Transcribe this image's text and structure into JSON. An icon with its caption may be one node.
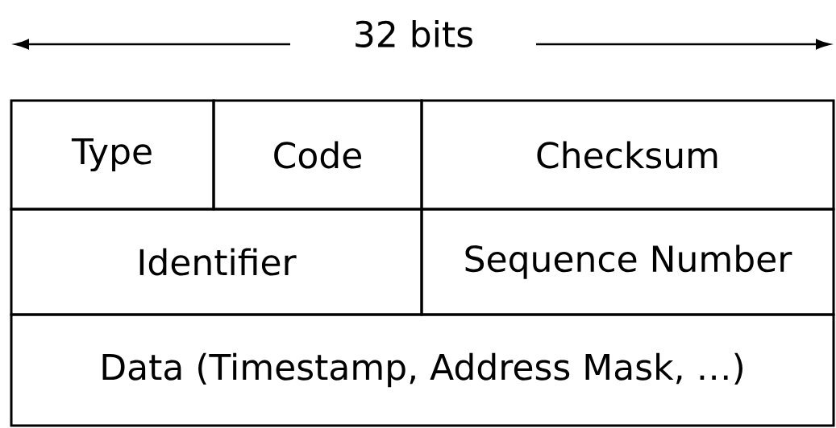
{
  "diagram": {
    "nodes": [
      {
        "text": [
          "Type"
        ]
      },
      {
        "text": [
          "Code"
        ]
      },
      {
        "text": [
          "Checksum"
        ]
      },
      {
        "text": [
          "Identifier"
        ]
      },
      {
        "text": [
          "Sequence Number"
        ]
      },
      {
        "text": [
          "Data (Timestamp, Address Mask, …)"
        ]
      }
    ],
    "labels": [
      "32 bits"
    ]
  }
}
